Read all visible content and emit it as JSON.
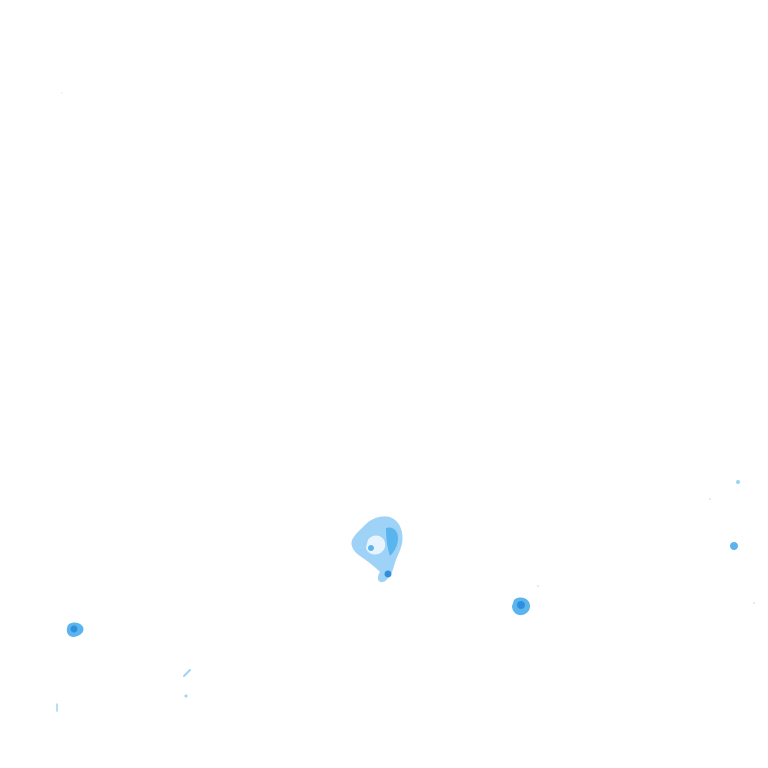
{
  "map": {
    "background_color": "#ffffff",
    "layer": "radar-precipitation-overlay",
    "palette": {
      "very_light": "#cfe9fb",
      "light": "#9ed3f7",
      "medium": "#5ab4ee",
      "strong": "#2f8fdc",
      "core": "#1f6fc4"
    },
    "echoes": [
      {
        "name": "central-storm-cell",
        "intensity": "strong"
      },
      {
        "name": "east-storm-cell",
        "intensity": "strong"
      },
      {
        "name": "west-storm-cell",
        "intensity": "strong"
      },
      {
        "name": "far-east-storm-cell",
        "intensity": "medium"
      },
      {
        "name": "southwest-trace-echoes",
        "intensity": "light"
      },
      {
        "name": "scattered-trace-echoes",
        "intensity": "very_light"
      }
    ]
  }
}
